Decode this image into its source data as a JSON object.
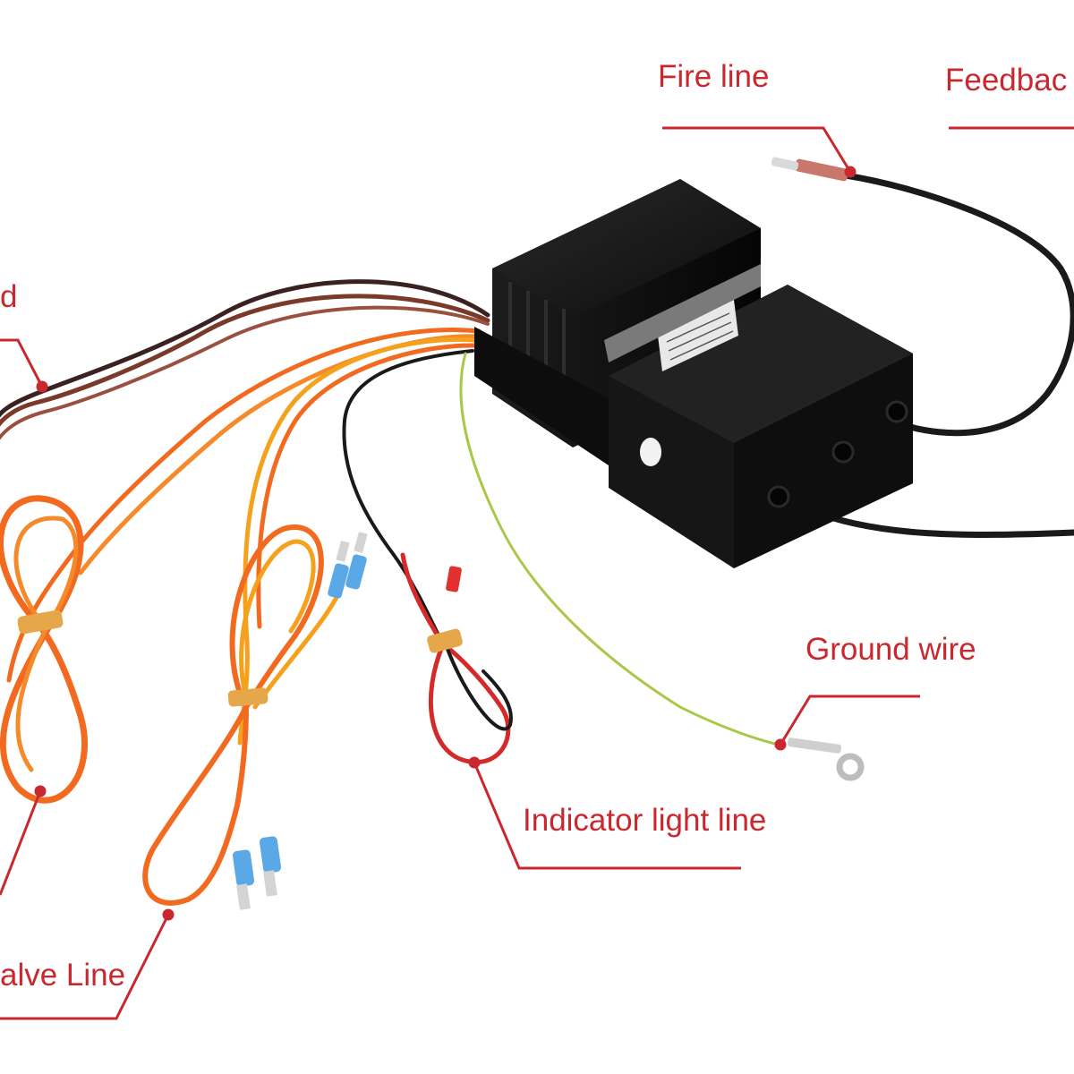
{
  "labels": {
    "fire_line": "Fire line",
    "feedback": "Feedbac",
    "partial_left": "d",
    "ground_wire": "Ground wire",
    "indicator_light_line": "Indicator light line",
    "valve_line": "alve Line"
  },
  "colors": {
    "callout": "#c8282e",
    "device_body": "#141414",
    "wire_black": "#1a1a1a",
    "wire_orange": "#f26a1f",
    "wire_yellow_orange": "#f4a11e",
    "wire_brown": "#7a3a2a",
    "wire_red": "#d42a2a",
    "wire_ground": "#a9c84a",
    "terminal_blue": "#5aa9e6",
    "terminal_copper": "#c9776a"
  },
  "icons": [
    "ignition-controller-box",
    "spade-terminal",
    "ring-terminal",
    "cable-tie"
  ]
}
